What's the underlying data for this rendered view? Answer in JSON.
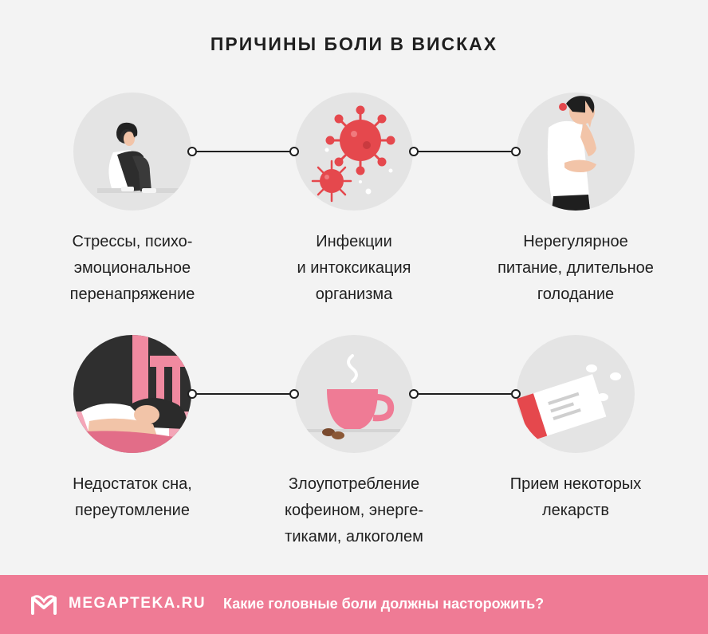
{
  "title": "ПРИЧИНЫ БОЛИ В ВИСКАХ",
  "causes": [
    {
      "label": "Стрессы, психо-\nэмоциональное\nперенапряжение",
      "icon": "stressed-person-icon"
    },
    {
      "label": "Инфекции\nи интоксикация\nорганизма",
      "icon": "virus-icon"
    },
    {
      "label": "Нерегулярное\nпитание, длительное\nголодание",
      "icon": "stomach-pain-icon"
    },
    {
      "label": "Недостаток сна,\nпереутомление",
      "icon": "sleeping-person-icon"
    },
    {
      "label": "Злоупотребление\nкофеином, энерге-\nтиками, алкоголем",
      "icon": "coffee-cup-icon"
    },
    {
      "label": "Прием некоторых\nлекарств",
      "icon": "pills-icon"
    }
  ],
  "footer": {
    "brand": "MEGAPTEKA.RU",
    "link": "Какие головные боли должны насторожить?"
  },
  "colors": {
    "accent": "#ef7b95",
    "red": "#e5484d",
    "dark": "#1f1f1f"
  }
}
